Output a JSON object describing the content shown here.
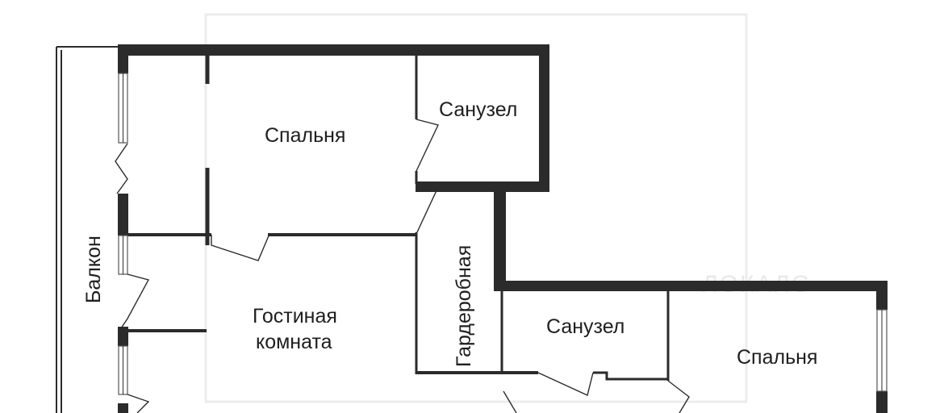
{
  "rooms": {
    "bedroom_top": "Спальня",
    "bathroom_top": "Санузел",
    "balcony": "Балкон",
    "wardrobe": "Гардеробная",
    "living_line1": "Гостиная",
    "living_line2": "комната",
    "bathroom_bottom": "Санузел",
    "bedroom_right": "Спальня"
  },
  "watermark": {
    "text": "ЛОКАЛС"
  },
  "colors": {
    "wall": "#2b2b2b",
    "background": "#ffffff"
  }
}
